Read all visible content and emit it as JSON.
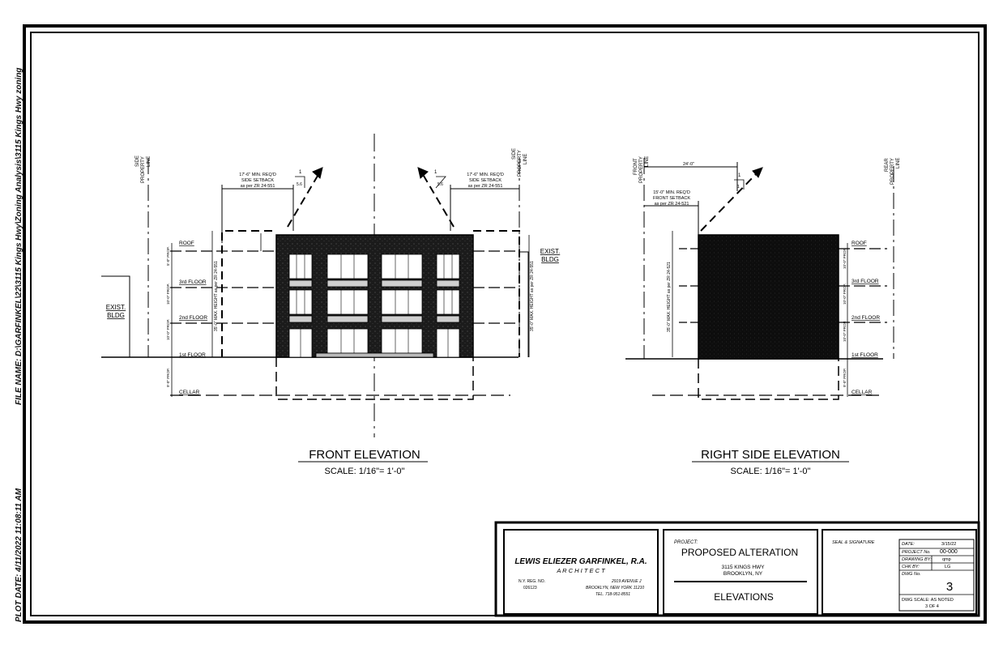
{
  "sheet": {
    "file_name": "FILE NAME: D:\\GARFINKEL\\22\\3115 Kings Hwy\\Zoning Analysis\\3115 Kings Hwy zoning",
    "plot_date": "PLOT DATE: 4/11/2022 11:08:11 AM"
  },
  "front_elevation": {
    "title": "FRONT ELEVATION",
    "scale": "SCALE: 1/16\"= 1'-0\"",
    "side_property_line_left": [
      "SIDE",
      "PROPERTY",
      "LINE"
    ],
    "side_property_line_right": [
      "SIDE",
      "PROPERTY",
      "LINE"
    ],
    "setback_left": [
      "17'-6\" MIN. REQ'D",
      "SIDE SETBACK",
      "as per ZR 24-551"
    ],
    "setback_right": [
      "17'-6\" MIN. REQ'D",
      "SIDE SETBACK",
      "as per ZR 24-551"
    ],
    "exist_bldg_left": [
      "EXIST.",
      "BLDG"
    ],
    "exist_bldg_right": [
      "EXIST.",
      "BLDG"
    ],
    "max_height_note": "35'-0\" MAX. HEIGHT as per ZR 24-551",
    "floor_labels": [
      "ROOF",
      "3rd FLOOR",
      "2nd FLOOR",
      "1st FLOOR",
      "CELLAR"
    ],
    "dim_labels": [
      "5'-0\" PROP.",
      "10'-0\" PROP.",
      "10'-0\" PROP.",
      "10'-0\" PROP.",
      "9'-0\" PROP."
    ],
    "slope_ratio": "1",
    "slope_run": "5.6"
  },
  "right_elevation": {
    "title": "RIGHT SIDE ELEVATION",
    "scale": "SCALE: 1/16\"= 1'-0\"",
    "front_property_line": [
      "FRONT",
      "PROPERTY",
      "LINE"
    ],
    "rear_property_line": [
      "REAR",
      "PROPERTY",
      "LINE"
    ],
    "width_dim": "24'-0\"",
    "setback": [
      "15'-0\" MIN. REQ'D",
      "FRONT SETBACK",
      "as per ZR 24-521"
    ],
    "max_height_note": "35'-0\" MAX. HEIGHT as per ZR 24-521",
    "floor_labels": [
      "ROOF",
      "3rd FLOOR",
      "2nd FLOOR",
      "1st FLOOR",
      "CELLAR"
    ],
    "dim_labels": [
      "10'-0\" PROP.",
      "10'-0\" PROP.",
      "10'-0\" PROP.",
      "9'-0\" PROP."
    ],
    "slope_ratio": "1",
    "slope_run": "1"
  },
  "title_block": {
    "architect_name": "LEWIS ELIEZER GARFINKEL, R.A.",
    "architect_title": "A R C H I T E C T",
    "reg_label": "N.Y. REG. NO.",
    "reg_number": "026123",
    "address_line1": "2919 AVENUE J",
    "address_line2": "BROOKLYN, NEW YORK  11210",
    "tel": "TEL.    718-951-8551",
    "project_label": "PROJECT:",
    "project_name": "PROPOSED ALTERATION",
    "project_address1": "3115 KINGS HWY",
    "project_address2": "BROOKLYN, NY",
    "sheet_title": "ELEVATIONS",
    "seal_label": "SEAL & SIGNATURE",
    "date_label": "DATE:",
    "date_value": "3/15/22",
    "project_no_label": "PROJECT No.",
    "project_no_value": "00-000",
    "drawing_by_label": "DRAWING BY:",
    "drawing_by_value": "qmp",
    "chk_by_label": "CHK BY:",
    "chk_by_value": "LG",
    "dwg_no_label": "DWG No.",
    "dwg_no_value": "3",
    "dwg_scale": "DWG SCALE: AS NOTED",
    "sheet_count": "3 OF 4"
  }
}
